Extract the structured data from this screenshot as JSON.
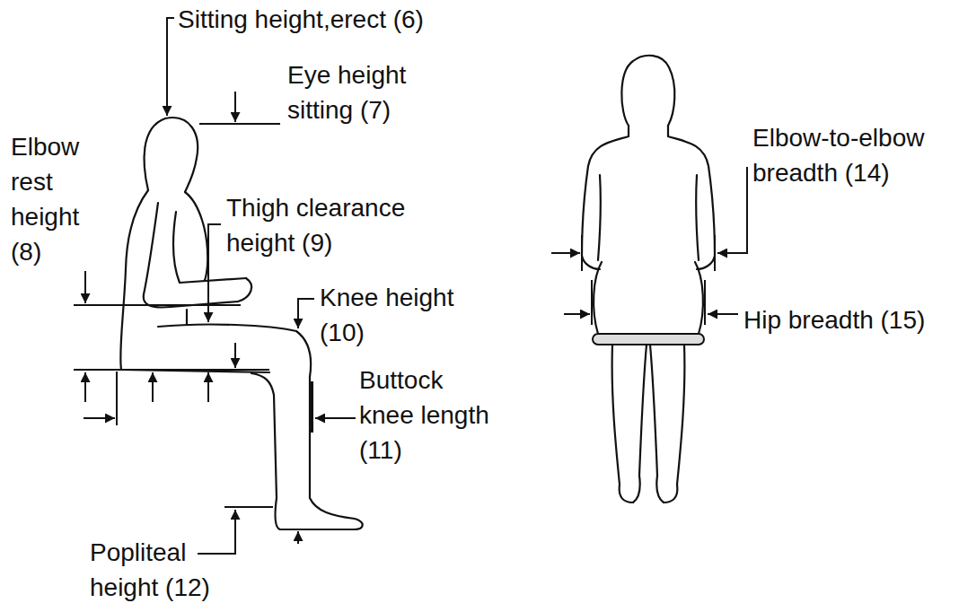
{
  "diagram": {
    "labels": [
      "Sitting height,erect (6)",
      "Eye height sitting (7)",
      "Elbow rest height (8)",
      "Thigh clearance height (9)",
      "Knee height (10)",
      "Buttock knee length (11)",
      "Popliteal height (12)",
      "Elbow-to-elbow breadth (14)",
      "Hip breadth (15)"
    ]
  }
}
